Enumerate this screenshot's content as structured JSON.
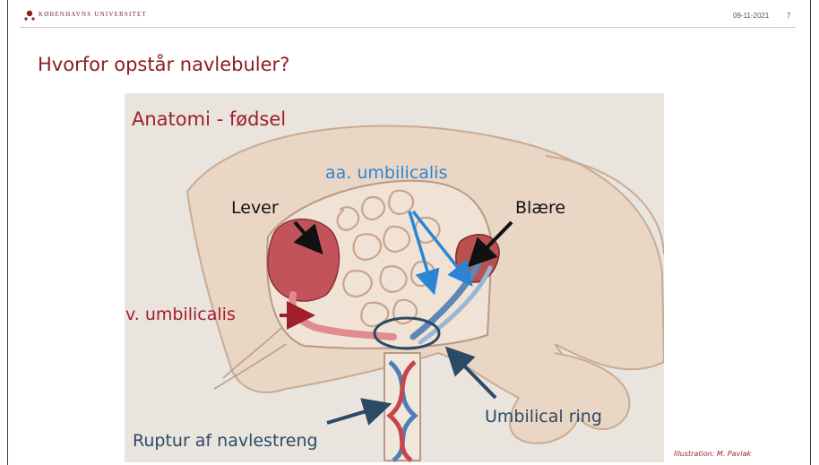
{
  "header": {
    "university": "KØBENHAVNS UNIVERSITET",
    "date": "09-11-2021",
    "page_number": "7"
  },
  "slide": {
    "title": "Hvorfor opstår navlebuler?"
  },
  "figure": {
    "labels": {
      "anatomi": "Anatomi - fødsel",
      "aa_umbilicalis": "aa. umbilicalis",
      "lever": "Lever",
      "blaere": "Blære",
      "v_umbilicalis": "v. umbilicalis",
      "umbilical_ring": "Umbilical ring",
      "ruptur": "Ruptur af navlestreng"
    },
    "credit": "Illustration: M. Pavlak"
  },
  "colors": {
    "title_red": "#8b1c24",
    "label_red": "#a01f2a",
    "artery_blue": "#2a86d4",
    "ring_navy": "#2c4a66"
  }
}
